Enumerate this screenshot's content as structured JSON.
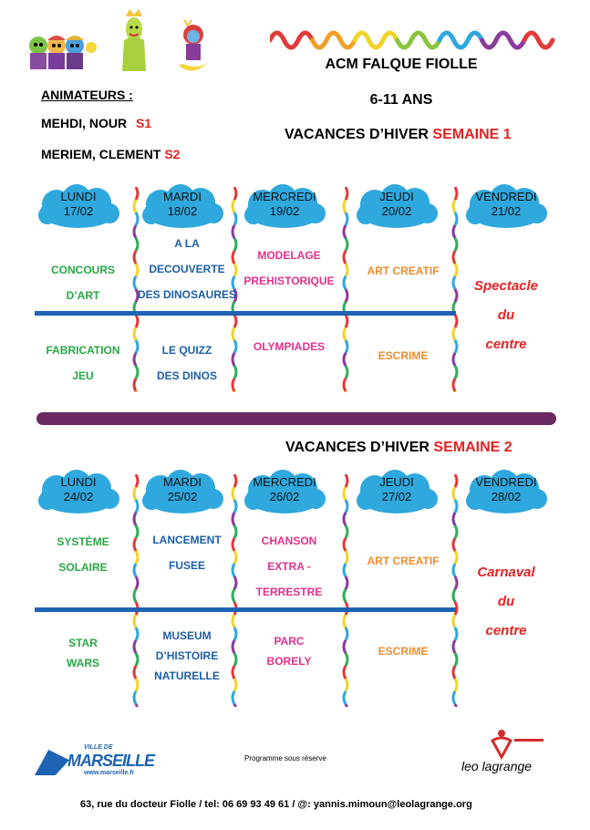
{
  "header": {
    "title": "ACM FALQUE FIOLLE",
    "age": "6-11 ANS",
    "week1_label": "VACANCES D’HIVER",
    "week1_highlight": "SEMAINE 1",
    "week2_label": "VACANCES D’HIVER",
    "week2_highlight": "SEMAINE 2"
  },
  "animateurs": {
    "title": "ANIMATEURS :",
    "line1_names": "MEHDI, NOUR",
    "line1_tag": "S1",
    "line2_names": "MERIEM, CLEMENT",
    "line2_tag": "S2"
  },
  "week1": {
    "days": [
      {
        "name": "LUNDI",
        "date": "17/02"
      },
      {
        "name": "MARDI",
        "date": "18/02"
      },
      {
        "name": "MERCREDI",
        "date": "19/02"
      },
      {
        "name": "JEUDI",
        "date": "20/02"
      },
      {
        "name": "VENDREDI",
        "date": "21/02"
      }
    ],
    "morning": [
      [
        "CONCOURS",
        "D’ART"
      ],
      [
        "A LA",
        "DECOUVERTE",
        "DES DINOSAURES"
      ],
      [
        "MODELAGE",
        "PREHISTORIQUE"
      ],
      [
        "ART CREATIF"
      ]
    ],
    "afternoon": [
      [
        "FABRICATION",
        "JEU"
      ],
      [
        "LE QUIZZ",
        "DES DINOS"
      ],
      [
        "OLYMPIADES"
      ],
      [
        "ESCRIME"
      ]
    ],
    "friday": [
      "Spectacle",
      "du",
      "centre"
    ]
  },
  "week2": {
    "days": [
      {
        "name": "LUNDI",
        "date": "24/02"
      },
      {
        "name": "MARDI",
        "date": "25/02"
      },
      {
        "name": "MERCREDI",
        "date": "26/02"
      },
      {
        "name": "JEUDI",
        "date": "27/02"
      },
      {
        "name": "VENDREDI",
        "date": "28/02"
      }
    ],
    "morning": [
      [
        "SYSTÈME",
        "SOLAIRE"
      ],
      [
        "LANCEMENT",
        "FUSEE"
      ],
      [
        "CHANSON",
        "EXTRA -",
        "TERRESTRE"
      ],
      [
        "ART CREATIF"
      ]
    ],
    "afternoon": [
      [
        "STAR",
        "WARS"
      ],
      [
        "MUSEUM",
        "D’HISTOIRE",
        "NATURELLE"
      ],
      [
        "PARC",
        "BORELY"
      ],
      [
        "ESCRIME"
      ]
    ],
    "friday": [
      "Carnaval",
      "du",
      "centre"
    ]
  },
  "footer": {
    "marseille_logo": "MARSEILLE",
    "marseille_small": "VILLE DE",
    "marseille_url": "www.marseille.fr",
    "note": "Programme  sous réserve",
    "leo_logo": "leo lagrange",
    "address": "63, rue du docteur Fiolle / tel: 06 69 93 49 61 / @: yannis.mimoun@leolagrange.org"
  },
  "colors": {
    "cloud": "#2fa8de",
    "divider_blue": "#1e63b4",
    "separator_purple": "#6a2a62",
    "highlight_red": "#e52222"
  }
}
